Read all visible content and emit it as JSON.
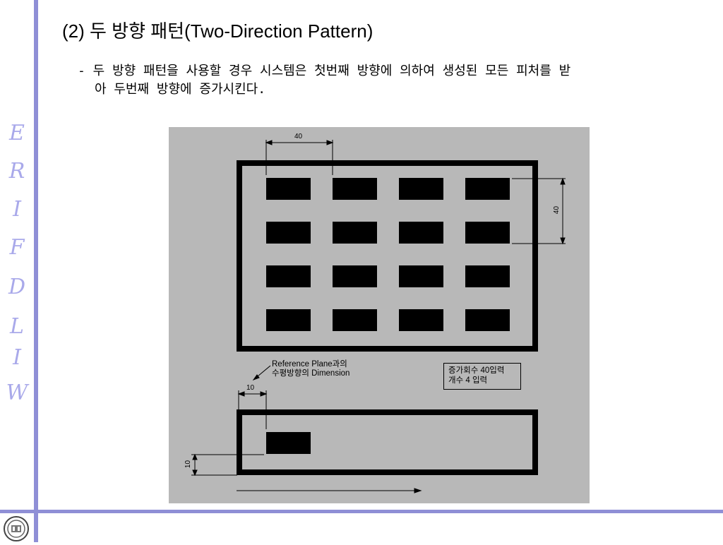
{
  "slide": {
    "title": "(2) 두 방향 패턴(Two-Direction Pattern)",
    "body_line1": "- 두 방향 패턴을 사용할 경우 시스템은 첫번째 방향에 의하여 생성된 모든 피처를 받",
    "body_line2": "아 두번째 방향에 증가시킨다."
  },
  "sidebar": {
    "brand_letters": [
      "E",
      "R",
      "I",
      "F",
      "D",
      "L",
      "I",
      "W"
    ]
  },
  "figure": {
    "dim_top": "40",
    "dim_right": "40",
    "dim_small_top": "10",
    "dim_small_left": "10",
    "annotation_line1": "Reference Plane과의",
    "annotation_line2": "수평방향의 Dimension",
    "note_line1": "증가회수 40입력",
    "note_line2": "개수 4 입력",
    "grid": {
      "columns": 4,
      "rows": 4
    }
  },
  "colors": {
    "accent": "#8f8fd6",
    "brand_text": "#a9a9ea",
    "figure_bg": "#b8b8b8"
  },
  "icons": {
    "logo": "university-seal-icon"
  }
}
